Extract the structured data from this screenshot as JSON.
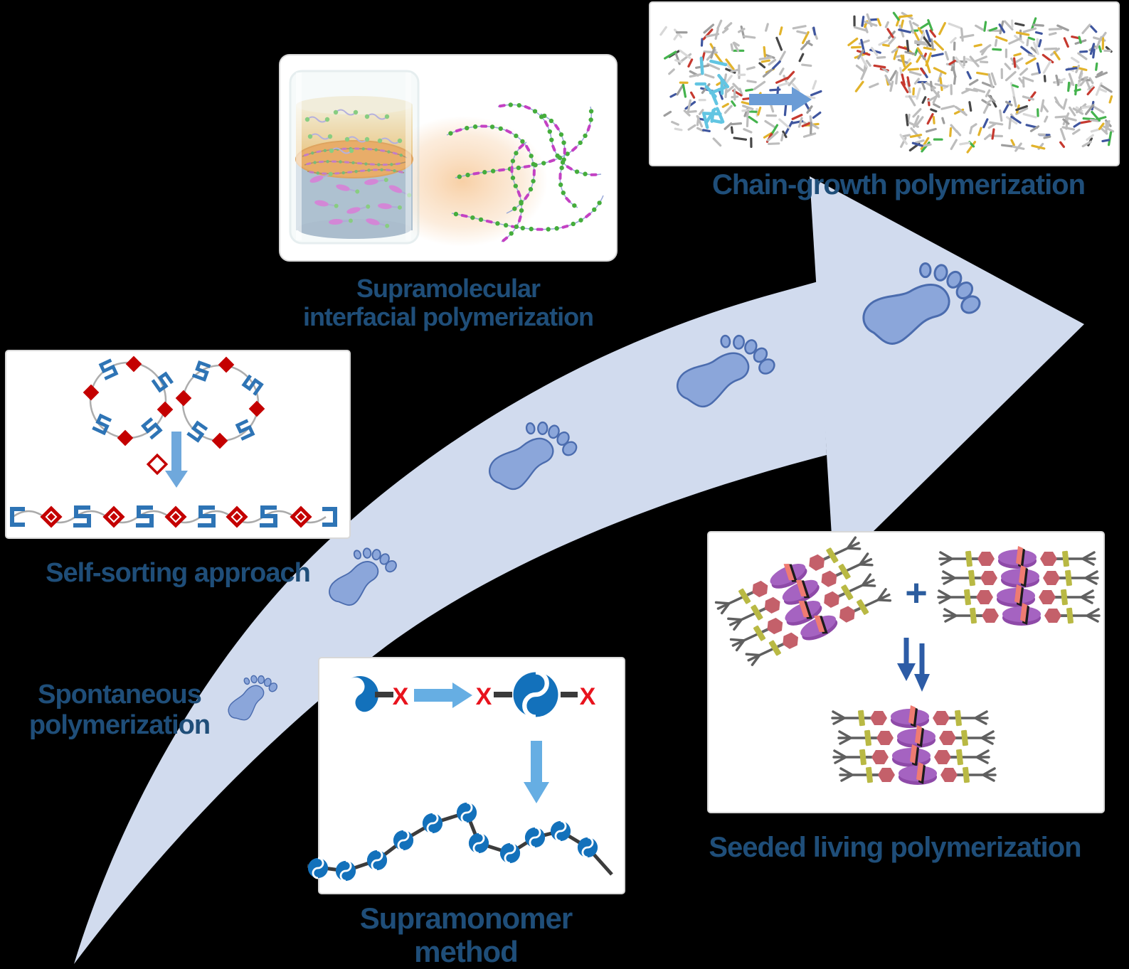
{
  "figure": {
    "background": "#000000",
    "text_color": "#1f4e79",
    "progress_arrow": {
      "fill": "#d1dbee",
      "footprint_count": 5,
      "footprint_fill": "#8ba6da",
      "footprint_stroke": "#4b6cae"
    },
    "labels": {
      "supramolecular_interfacial": "Supramolecular\ninterfacial polymerization",
      "chain_growth": "Chain-growth polymerization",
      "self_sorting": "Self-sorting approach",
      "spontaneous": "Spontaneous\npolymerization",
      "supramonomer": "Supramonomer method",
      "seeded_living": "Seeded living polymerization"
    },
    "symbols": {
      "plus": "+",
      "blocked_end": "X"
    },
    "panels": [
      {
        "id": "supramolecular-interfacial",
        "icon": "beaker-interfacial-polymerization-icon"
      },
      {
        "id": "chain-growth",
        "icon": "molecular-stack-growth-icon"
      },
      {
        "id": "self-sorting",
        "icon": "macrocycle-to-chain-icon"
      },
      {
        "id": "supramonomer",
        "icon": "supramonomer-reaction-icon"
      },
      {
        "id": "seeded-living",
        "icon": "seeded-fiber-stacks-icon"
      }
    ],
    "colors": {
      "motif_blue": "#2e74b5",
      "motif_red": "#c40000",
      "monomer_blue": "#1371bb",
      "cross_red": "#e8131d",
      "light_arrow_blue": "#66aee3",
      "navy_arrow": "#2d5ca6",
      "disc_purple": "#a563c1",
      "hexagon_rose": "#c4606a",
      "plate_olive": "#b9b944",
      "bead_green": "#45ad3c",
      "bead_magenta": "#c341c3"
    }
  }
}
